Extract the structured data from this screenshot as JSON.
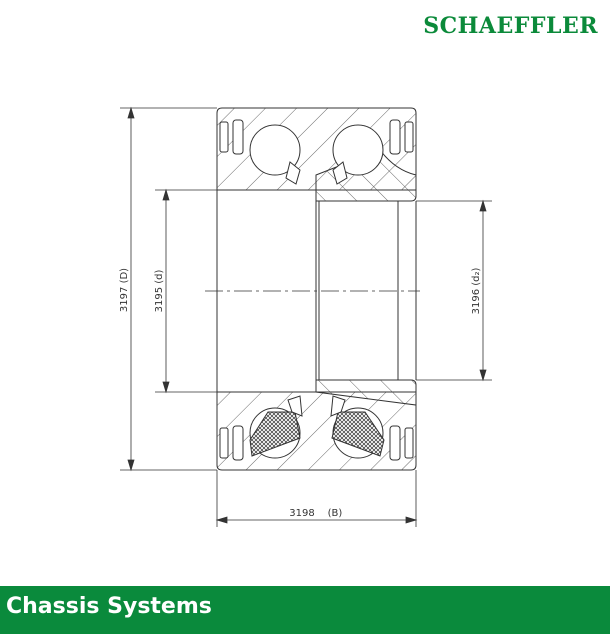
{
  "brand": {
    "logo_text": "SCHAEFFLER",
    "color": "#0b8a3a"
  },
  "drawing": {
    "dimensions": {
      "outer_diameter": "3197 (D)",
      "bore_diameter": "3195 (d)",
      "inner_ring_diameter": "3196 (d₂)",
      "width": "3198",
      "width_symbol": "(B)"
    }
  },
  "footer": {
    "label": "Chassis Systems",
    "color": "#0a8a3c"
  }
}
